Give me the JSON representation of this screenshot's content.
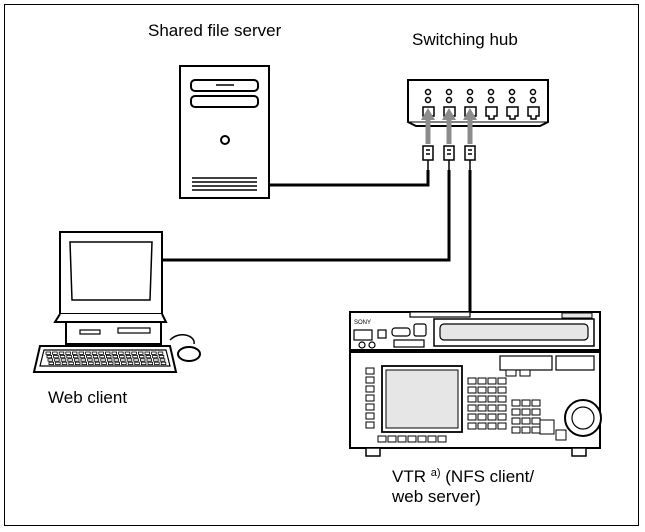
{
  "diagram": {
    "labels": {
      "server": "Shared file server",
      "hub": "Switching hub",
      "web_client": "Web client",
      "vtr_prefix": "VTR",
      "vtr_note_mark": "a)",
      "vtr_suffix": "(NFS client/",
      "vtr_line2": "web server)",
      "vtr_brand": "SONY"
    },
    "hub_ports": 6,
    "connected_ports": 3,
    "colors": {
      "line": "#000000",
      "arrow": "#8c8c8c",
      "fill": "#ffffff",
      "panel": "#e6e6e6"
    }
  }
}
